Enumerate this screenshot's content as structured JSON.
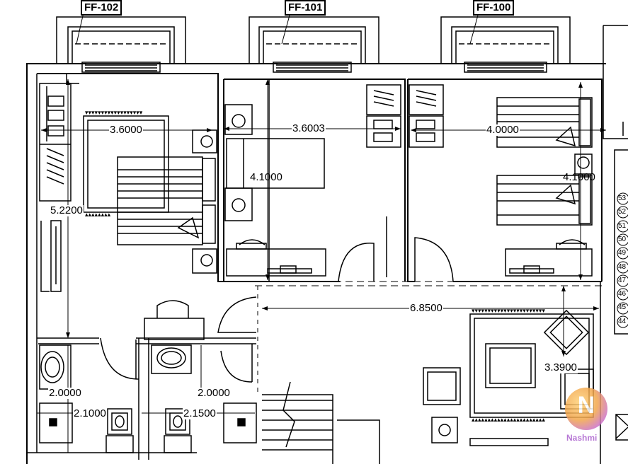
{
  "room_tags": [
    "FF-102",
    "FF-101",
    "FF-100"
  ],
  "dimensions": {
    "bed1_width": "3.6000",
    "bed2_width": "3.6003",
    "bed3_width": "4.0000",
    "bed2_depth": "4.1000",
    "bed3_depth": "4.1000",
    "bed1_depth": "5.2200",
    "living_width": "6.8500",
    "living_depth": "3.3900",
    "bath1_depth": "2.0000",
    "bath1_width": "2.1000",
    "bath2_depth": "2.0000",
    "bath2_width": "2.1500"
  },
  "stair_numbers": [
    "53",
    "52",
    "51",
    "50",
    "49",
    "48",
    "47",
    "46",
    "45",
    "44"
  ],
  "watermark": {
    "initial": "N",
    "text": "Nashmi"
  }
}
